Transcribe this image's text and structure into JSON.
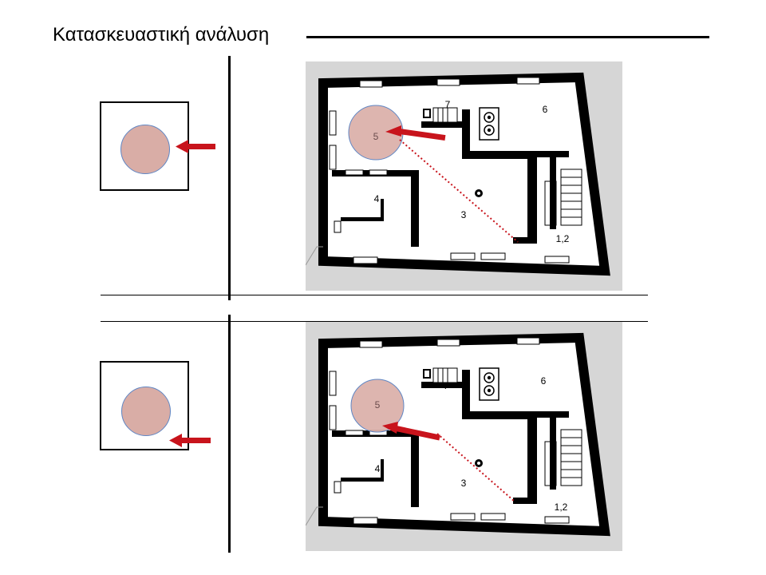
{
  "header": {
    "title": "Κατασκευαστική ανάλυση"
  },
  "rooms": {
    "r12": "1,2",
    "r3": "3",
    "r4": "4",
    "r5": "5",
    "r6": "6",
    "r7": "7"
  },
  "colors": {
    "arrow": "#c8141c",
    "circle_fill": "#d9ada6",
    "circle_stroke": "#5f86c4",
    "plan_bg": "#d6d6d6",
    "wall": "#000000",
    "dotted": "#c8141c"
  }
}
